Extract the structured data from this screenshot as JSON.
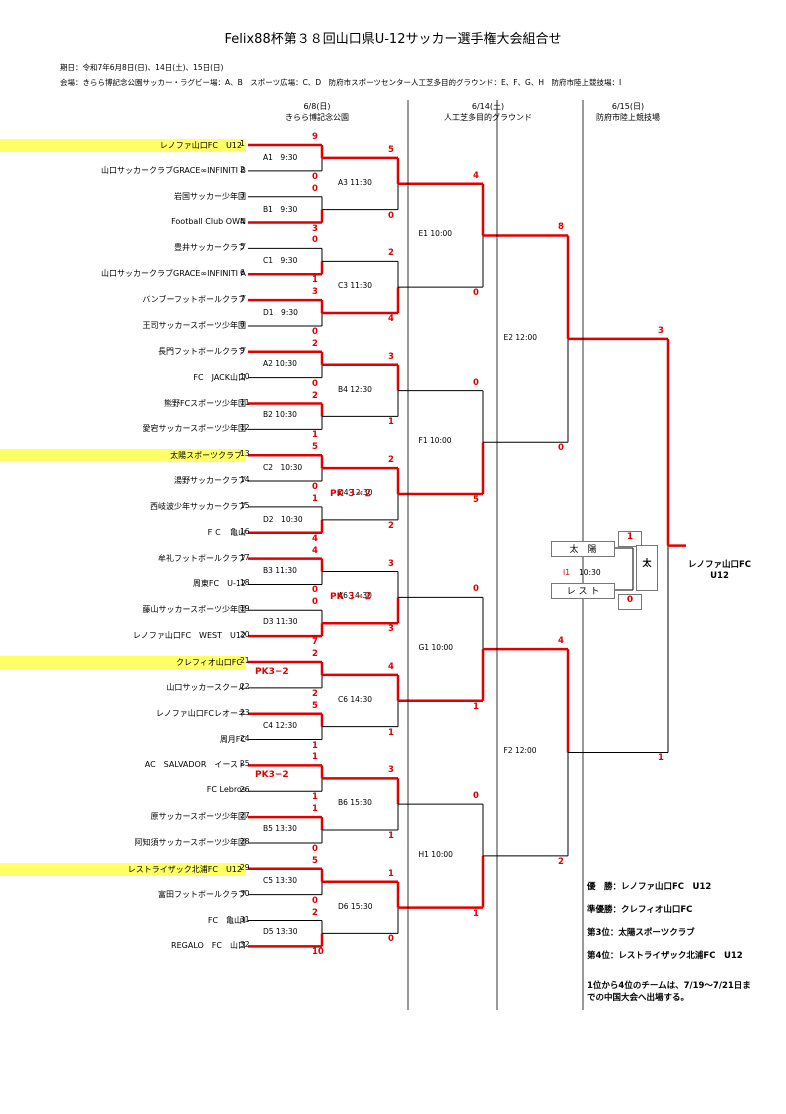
{
  "title": "Felix88杯第３８回山口県U-12サッカー選手権大会組合せ",
  "dates_line": "期日：令和7年6月8日(日)、14日(土)、15日(日)",
  "venues_line": "会場：きらら博記念公園サッカー・ラグビー場：A、B　スポーツ広場：C、D　防府市スポーツセンター人工芝多目的グラウンド：E、F、G、H　防府市陸上競技場：I",
  "round_headers": [
    {
      "date": "6/8(日)",
      "venue": "きらら博記念公園"
    },
    {
      "date": "6/14(土)",
      "venue": "人工芝多目的グラウンド"
    },
    {
      "date": "6/15(日)",
      "venue": "防府市陸上競技場"
    }
  ],
  "teams": [
    {
      "no": "1",
      "name": "レノファ山口FC　U12",
      "highlight": true
    },
    {
      "no": "2",
      "name": "山口サッカークラブGRACE∞INFINITI B",
      "highlight": false
    },
    {
      "no": "3",
      "name": "岩国サッカー少年団",
      "highlight": false
    },
    {
      "no": "4",
      "name": "Football Club OWN",
      "highlight": false
    },
    {
      "no": "5",
      "name": "豊井サッカークラブ",
      "highlight": false
    },
    {
      "no": "6",
      "name": "山口サッカークラブGRACE∞INFINITI A",
      "highlight": false
    },
    {
      "no": "7",
      "name": "バンブーフットボールクラブ",
      "highlight": false
    },
    {
      "no": "8",
      "name": "王司サッカースポーツ少年団",
      "highlight": false
    },
    {
      "no": "9",
      "name": "長門フットボールクラブ",
      "highlight": false
    },
    {
      "no": "10",
      "name": "FC　JACK山口",
      "highlight": false
    },
    {
      "no": "11",
      "name": "熊野FCスポーツ少年団",
      "highlight": false
    },
    {
      "no": "12",
      "name": "愛宕サッカースポーツ少年団",
      "highlight": false
    },
    {
      "no": "13",
      "name": "太陽スポーツクラブ",
      "highlight": true
    },
    {
      "no": "14",
      "name": "湯野サッカークラブ",
      "highlight": false
    },
    {
      "no": "15",
      "name": "西岐波少年サッカークラブ",
      "highlight": false
    },
    {
      "no": "16",
      "name": "ＦＣ　亀山",
      "highlight": false
    },
    {
      "no": "17",
      "name": "牟礼フットボールクラブ",
      "highlight": false
    },
    {
      "no": "18",
      "name": "周東FC　U-12",
      "highlight": false
    },
    {
      "no": "19",
      "name": "藤山サッカースポーツ少年団",
      "highlight": false
    },
    {
      "no": "20",
      "name": "レノファ山口FC　WEST　U12",
      "highlight": false
    },
    {
      "no": "21",
      "name": "クレフィオ山口FC",
      "highlight": true
    },
    {
      "no": "22",
      "name": "山口サッカースクール",
      "highlight": false
    },
    {
      "no": "23",
      "name": "レノファ山口FCレオーネ",
      "highlight": false
    },
    {
      "no": "24",
      "name": "周月FC",
      "highlight": false
    },
    {
      "no": "25",
      "name": "AC　SALVADOR　イースト",
      "highlight": false
    },
    {
      "no": "26",
      "name": "FC Lebros",
      "highlight": false
    },
    {
      "no": "27",
      "name": "原サッカースポーツ少年団",
      "highlight": false
    },
    {
      "no": "28",
      "name": "阿知須サッカースポーツ少年団",
      "highlight": false
    },
    {
      "no": "29",
      "name": "レストライザック北浦FC　U12",
      "highlight": true
    },
    {
      "no": "30",
      "name": "富田フットボールクラブ",
      "highlight": false
    },
    {
      "no": "31",
      "name": "FC　亀山Ⅱ",
      "highlight": false
    },
    {
      "no": "32",
      "name": "REGALO　FC　山口",
      "highlight": false
    }
  ],
  "r1_matches": [
    {
      "label": "A1　9:30",
      "top": "9",
      "bottom": "0",
      "winner": "top"
    },
    {
      "label": "B1　9:30",
      "top": "0",
      "bottom": "3",
      "winner": "bottom"
    },
    {
      "label": "C1　9:30",
      "top": "0",
      "bottom": "1",
      "winner": "bottom"
    },
    {
      "label": "D1　9:30",
      "top": "3",
      "bottom": "0",
      "winner": "top"
    },
    {
      "label": "A2 10:30",
      "top": "2",
      "bottom": "0",
      "winner": "top"
    },
    {
      "label": "B2 10:30",
      "top": "2",
      "bottom": "1",
      "winner": "top"
    },
    {
      "label": "C2　10:30",
      "top": "5",
      "bottom": "0",
      "winner": "top"
    },
    {
      "label": "D2　10:30",
      "top": "1",
      "bottom": "4",
      "winner": "bottom"
    },
    {
      "label": "B3 11:30",
      "top": "4",
      "bottom": "0",
      "winner": "top"
    },
    {
      "label": "D3 11:30",
      "top": "0",
      "bottom": "7",
      "winner": "bottom"
    },
    {
      "label": "",
      "top": "2",
      "bottom": "2",
      "winner": "top",
      "pk": "PK3−2"
    },
    {
      "label": "C4 12:30",
      "top": "5",
      "bottom": "1",
      "winner": "top"
    },
    {
      "label": "",
      "top": "1",
      "bottom": "1",
      "winner": "top",
      "pk": "PK3−2"
    },
    {
      "label": "B5 13:30",
      "top": "1",
      "bottom": "0",
      "winner": "top"
    },
    {
      "label": "C5 13:30",
      "top": "5",
      "bottom": "0",
      "winner": "top"
    },
    {
      "label": "D5 13:30",
      "top": "2",
      "bottom": "10",
      "winner": "bottom"
    }
  ],
  "r2_matches": [
    {
      "label": "A3 11:30",
      "top": "5",
      "bottom": "0",
      "winner": "top"
    },
    {
      "label": "C3 11:30",
      "top": "2",
      "bottom": "4",
      "winner": "bottom"
    },
    {
      "label": "B4 12:30",
      "top": "3",
      "bottom": "1",
      "winner": "top"
    },
    {
      "label": "D4 12:30",
      "top": "2",
      "bottom": "2",
      "winner": "top",
      "pk": "PK ３−２"
    },
    {
      "label": "A6 14:30",
      "top": "3",
      "bottom": "3",
      "winner": "bottom",
      "pk": "PK ３−２"
    },
    {
      "label": "C6 14:30",
      "top": "4",
      "bottom": "1",
      "winner": "top"
    },
    {
      "label": "B6 15:30",
      "top": "3",
      "bottom": "1",
      "winner": "top"
    },
    {
      "label": "D6 15:30",
      "top": "1",
      "bottom": "0",
      "winner": "top"
    }
  ],
  "r3_matches": [
    {
      "label": "E1 10:00",
      "top": "4",
      "bottom": "0",
      "winner": "top"
    },
    {
      "label": "F1 10:00",
      "top": "0",
      "bottom": "5",
      "winner": "bottom"
    },
    {
      "label": "G1 10:00",
      "top": "0",
      "bottom": "1",
      "winner": "bottom"
    },
    {
      "label": "H1 10:00",
      "top": "0",
      "bottom": "1",
      "winner": "bottom"
    }
  ],
  "r4_matches": [
    {
      "label": "E2 12:00",
      "top": "8",
      "bottom": "0",
      "winner": "top"
    },
    {
      "label": "F2 12:00",
      "top": "4",
      "bottom": "2",
      "winner": "top"
    }
  ],
  "final": {
    "label": "",
    "top": "3",
    "bottom": "1",
    "winner": "top"
  },
  "champion": "レノファ山口FC\nU12",
  "third_place": {
    "team_a": "太　陽",
    "team_b": "レ ス ト",
    "label": "I1",
    "time": "10:30",
    "score_a": "1",
    "score_b": "0",
    "winner": "太"
  },
  "standings": [
    "優　勝：レノファ山口FC　U12",
    "準優勝：クレフィオ山口FC",
    "第3位：太陽スポーツクラブ",
    "第4位：レストライザック北浦FC　U12"
  ],
  "qualify_note": "1位から4位のチームは、7/19〜7/21日までの中国大会へ出場する。",
  "colors": {
    "win": "#e00000",
    "line": "#000000",
    "highlight": "#ffff66"
  }
}
